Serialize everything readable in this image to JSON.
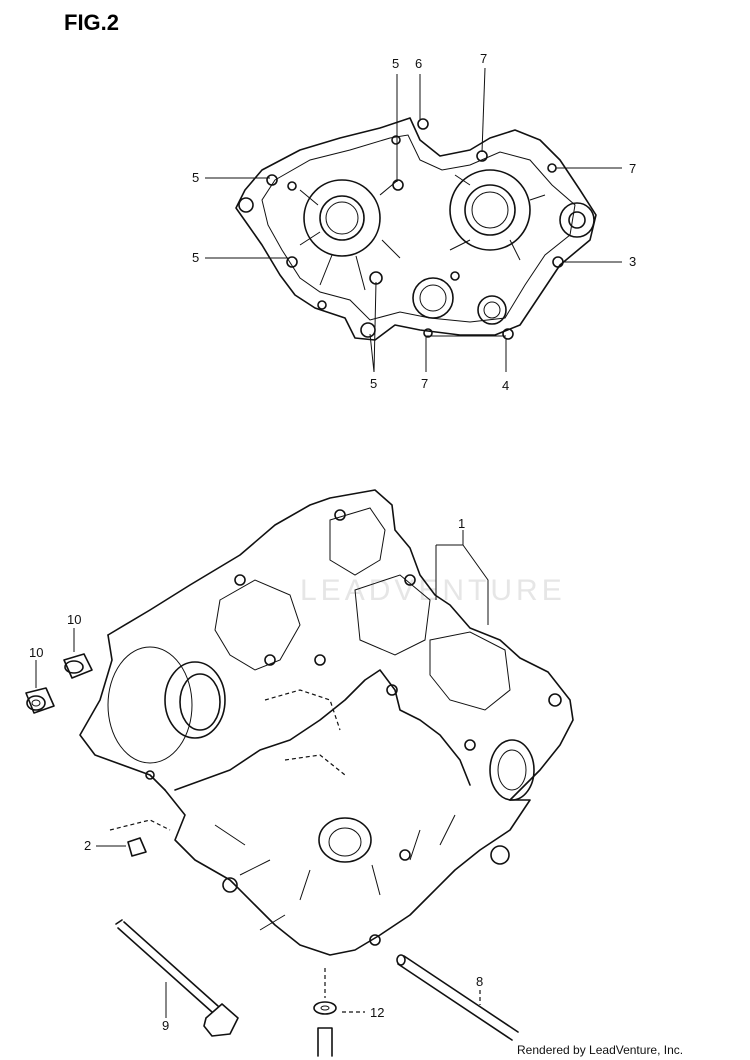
{
  "figure": {
    "title": "FIG.2",
    "credit": "Rendered by LeadVenture, Inc.",
    "watermark": "LEADVENTURE"
  },
  "callouts": {
    "c5a": "5",
    "c6": "6",
    "c7a": "7",
    "c5b": "5",
    "c7b": "7",
    "c5c": "5",
    "c3": "3",
    "c5d": "5",
    "c7c": "7",
    "c4": "4",
    "c1": "1",
    "c10a": "10",
    "c10b": "10",
    "c2": "2",
    "c9": "9",
    "c12": "12",
    "c8": "8"
  }
}
